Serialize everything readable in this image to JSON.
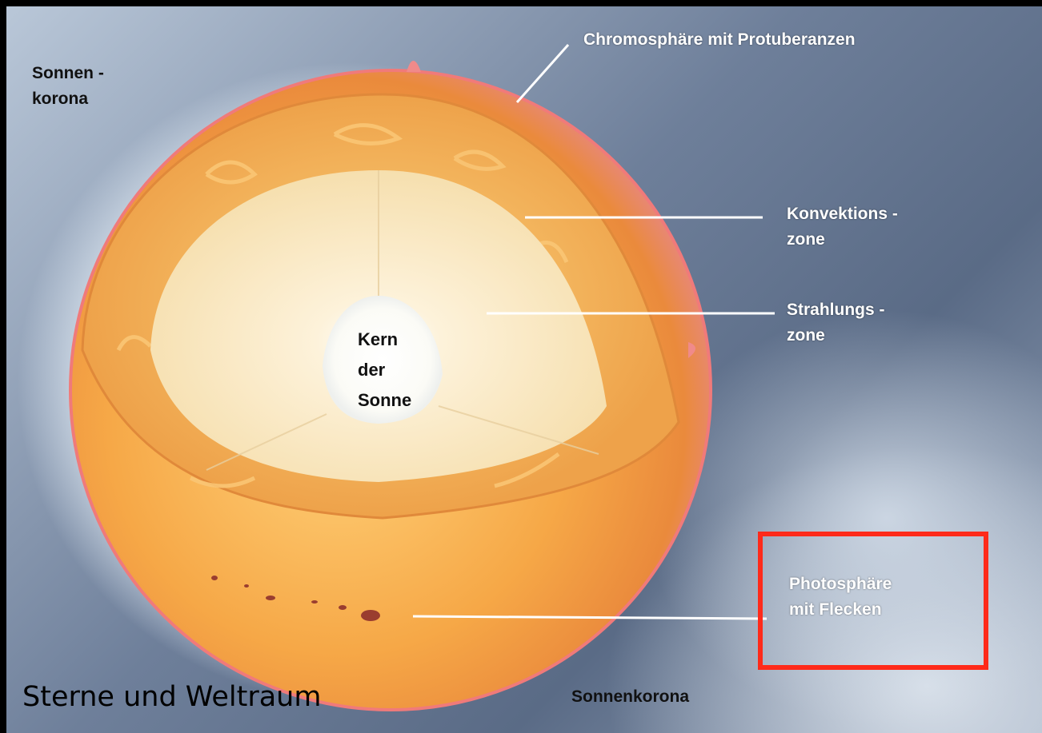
{
  "labels": {
    "corona_top_line1": "Sonnen -",
    "corona_top_line2": "korona",
    "chromosphere": "Chromosphäre mit Protuberanzen",
    "convection_line1": "Konvektions -",
    "convection_line2": "zone",
    "radiation_line1": "Strahlungs -",
    "radiation_line2": "zone",
    "core_line1": "Kern",
    "core_line2": "der",
    "core_line3": "Sonne",
    "photosphere_line1": "Photosphäre",
    "photosphere_line2": "mit Flecken",
    "corona_bottom": "Sonnenkorona"
  },
  "caption": "Sterne und Weltraum",
  "colors": {
    "highlight_box": "#ff2a1a",
    "leader_lines": "#ffffff",
    "sun_outer": "#f0a040",
    "sun_inner": "#fbe8c0",
    "core": "#ffffff"
  }
}
